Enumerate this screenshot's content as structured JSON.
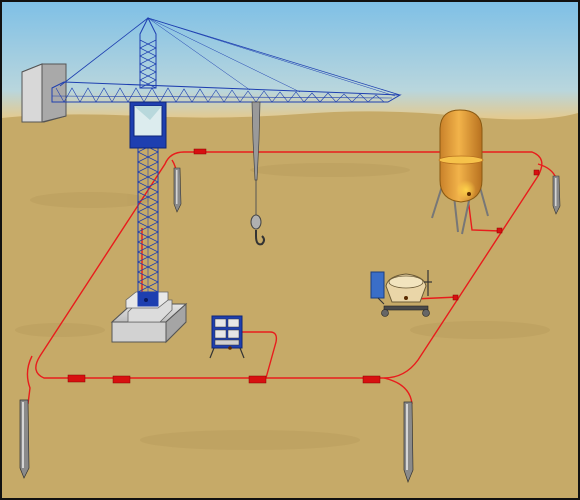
{
  "scene": {
    "colors": {
      "sky_top": "#8fc8e6",
      "sky_horizon": "#e2c98a",
      "ground": "#c8ad6a",
      "ground_dark": "#b89c5c",
      "crane_blue": "#1e3fb0",
      "cable_red": "#e81c1c",
      "joint_red": "#d81010",
      "tank_orange": "#e3a23a",
      "building_gray": "#c8c8c8",
      "rod_gray": "#8a8a8a",
      "frame": "#111111"
    },
    "elements": [
      "building",
      "tower-crane",
      "crane-cab",
      "crane-hook",
      "crane-base",
      "silo-tank",
      "concrete-mixer",
      "distribution-box",
      "grounding-rods",
      "grounding-cable-loop",
      "cable-joints"
    ]
  }
}
